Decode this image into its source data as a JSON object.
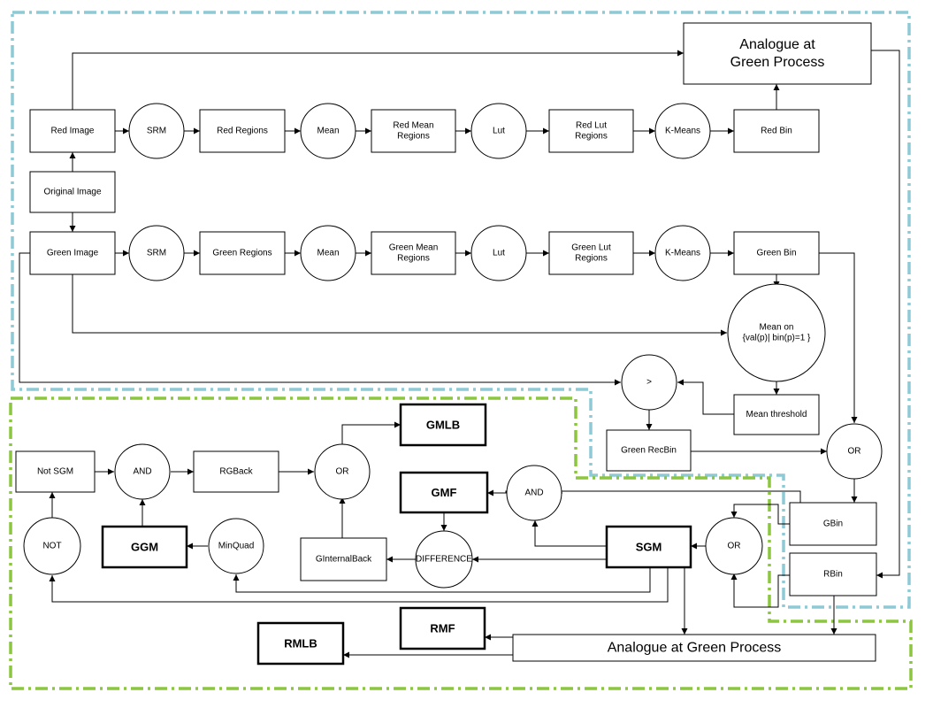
{
  "nodes": [
    {
      "id": "orig",
      "lines": [
        "Original Image"
      ]
    },
    {
      "id": "redimg",
      "lines": [
        "Red Image"
      ]
    },
    {
      "id": "srm1",
      "lines": [
        "SRM"
      ]
    },
    {
      "id": "redreg",
      "lines": [
        "Red Regions"
      ]
    },
    {
      "id": "mean1",
      "lines": [
        "Mean"
      ]
    },
    {
      "id": "redmean",
      "lines": [
        "Red Mean",
        "Regions"
      ]
    },
    {
      "id": "lut1",
      "lines": [
        "Lut"
      ]
    },
    {
      "id": "redlut",
      "lines": [
        "Red Lut",
        "Regions"
      ]
    },
    {
      "id": "km1",
      "lines": [
        "K-Means"
      ]
    },
    {
      "id": "redbin",
      "lines": [
        "Red Bin"
      ]
    },
    {
      "id": "analog_top",
      "lines": [
        "Analogue at",
        "Green Process"
      ]
    },
    {
      "id": "greenimg",
      "lines": [
        "Green Image"
      ]
    },
    {
      "id": "srm2",
      "lines": [
        "SRM"
      ]
    },
    {
      "id": "greenreg",
      "lines": [
        "Green Regions"
      ]
    },
    {
      "id": "mean2",
      "lines": [
        "Mean"
      ]
    },
    {
      "id": "greenmean",
      "lines": [
        "Green Mean",
        "Regions"
      ]
    },
    {
      "id": "lut2",
      "lines": [
        "Lut"
      ]
    },
    {
      "id": "greenlut",
      "lines": [
        "Green Lut",
        "Regions"
      ]
    },
    {
      "id": "km2",
      "lines": [
        "K-Means"
      ]
    },
    {
      "id": "greenbin",
      "lines": [
        "Green Bin"
      ]
    },
    {
      "id": "meanon",
      "lines": [
        "Mean on",
        "{val(p)| bin(p)=1 }"
      ]
    },
    {
      "id": "gt",
      "lines": [
        ">"
      ]
    },
    {
      "id": "meanthr",
      "lines": [
        "Mean threshold"
      ]
    },
    {
      "id": "greenrecbin",
      "lines": [
        "Green RecBin"
      ]
    },
    {
      "id": "or_right",
      "lines": [
        "OR"
      ]
    },
    {
      "id": "gmlb",
      "lines": [
        "GMLB"
      ]
    },
    {
      "id": "notsgm",
      "lines": [
        "Not SGM"
      ]
    },
    {
      "id": "and_left",
      "lines": [
        "AND"
      ]
    },
    {
      "id": "rgback",
      "lines": [
        "RGBack"
      ]
    },
    {
      "id": "or_mid",
      "lines": [
        "OR"
      ]
    },
    {
      "id": "gmf",
      "lines": [
        "GMF"
      ]
    },
    {
      "id": "and_mid",
      "lines": [
        "AND"
      ]
    },
    {
      "id": "not",
      "lines": [
        "NOT"
      ]
    },
    {
      "id": "ggm",
      "lines": [
        "GGM"
      ]
    },
    {
      "id": "minquad",
      "lines": [
        "MinQuad"
      ]
    },
    {
      "id": "ginternal",
      "lines": [
        "GInternalBack"
      ]
    },
    {
      "id": "difference",
      "lines": [
        "DIFFERENCE"
      ]
    },
    {
      "id": "sgm",
      "lines": [
        "SGM"
      ]
    },
    {
      "id": "or_sgm",
      "lines": [
        "OR"
      ]
    },
    {
      "id": "gbin",
      "lines": [
        "GBin"
      ]
    },
    {
      "id": "rbin",
      "lines": [
        "RBin"
      ]
    },
    {
      "id": "rmf",
      "lines": [
        "RMF"
      ]
    },
    {
      "id": "rmlb",
      "lines": [
        "RMLB"
      ]
    },
    {
      "id": "analog_bottom",
      "lines": [
        "Analogue at Green Process"
      ]
    }
  ],
  "colors": {
    "red_process_region": "#8ec9d6",
    "green_process_region": "#8cc63f",
    "stroke": "#000000",
    "background": "#ffffff"
  }
}
